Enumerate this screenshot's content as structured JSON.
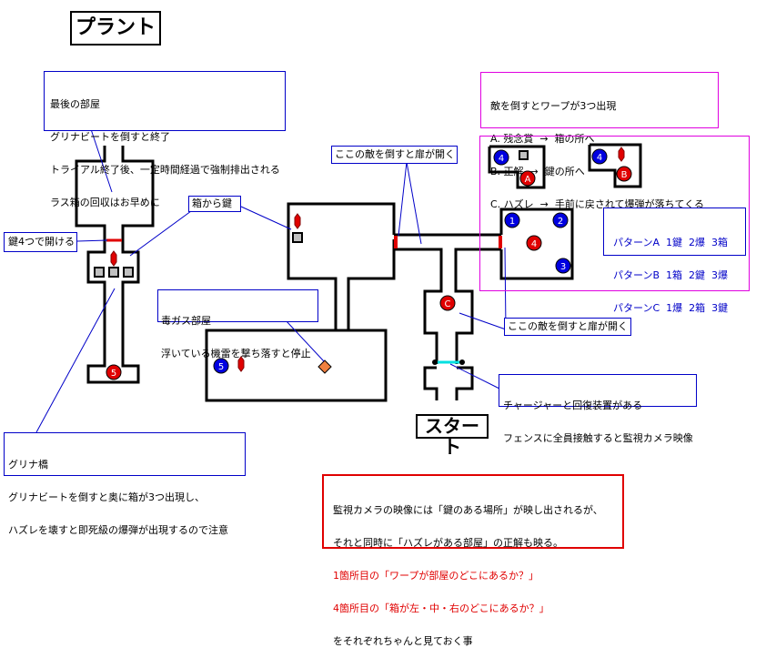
{
  "title": "プラント",
  "start_label": "スタート",
  "notes": {
    "last_room": [
      "最後の部屋",
      "グリナビートを倒すと終了",
      "トライアル終了後、一定時間経過で強制排出される",
      "ラス箱の回収はお早めに"
    ],
    "key4": "鍵4つで開ける",
    "box_key": "箱から鍵",
    "poison_room": [
      "毒ガス部屋",
      "浮いている機雷を撃ち落すと停止"
    ],
    "gurina_bridge": [
      "グリナ橋",
      "グリナビートを倒すと奥に箱が3つ出現し、",
      "ハズレを壊すと即死級の爆弾が出現するので注意"
    ],
    "door_top": "ここの敵を倒すと扉が開く",
    "door_right": "ここの敵を倒すと扉が開く",
    "charger": [
      "チャージャーと回復装置がある",
      "フェンスに全員接触すると監視カメラ映像"
    ],
    "warp": [
      "敵を倒すとワープが3つ出現",
      "A. 残念賞  →  箱の所へ",
      "B. 正解  →  鍵の所へ",
      "C. ハズレ  →  手前に戻されて爆弾が落ちてくる"
    ],
    "patterns": [
      "パターンA  1鍵  2爆  3箱",
      "パターンB  1箱  2鍵  3爆",
      "パターンC  1爆  2箱  3鍵"
    ],
    "camera": {
      "lines": [
        {
          "text": "監視カメラの映像には「鍵のある場所」が映し出されるが、",
          "color": "#000000"
        },
        {
          "text": "それと同時に「ハズレがある部屋」の正解も映る。",
          "color": "#000000"
        },
        {
          "text": "1箇所目の「ワープが部屋のどこにあるか？」",
          "color": "#e00000"
        },
        {
          "text": "4箇所目の「箱が左・中・右のどこにあるか？」",
          "color": "#e00000"
        },
        {
          "text": "をそれぞれちゃんと見ておく事",
          "color": "#000000"
        }
      ]
    }
  },
  "markers": {
    "blue": [
      {
        "label": "1",
        "room": "warp-room"
      },
      {
        "label": "2",
        "room": "warp-room"
      },
      {
        "label": "3",
        "room": "warp-room"
      },
      {
        "label": "4",
        "room": "warp-a"
      },
      {
        "label": "4",
        "room": "warp-b"
      },
      {
        "label": "5",
        "room": "poison-room"
      }
    ],
    "red": [
      {
        "label": "4",
        "room": "warp-room"
      },
      {
        "label": "5",
        "room": "gurina-bridge"
      },
      {
        "label": "A",
        "room": "warp-a"
      },
      {
        "label": "B",
        "room": "warp-b"
      },
      {
        "label": "C",
        "room": "corridor"
      }
    ]
  },
  "colors": {
    "wall": "#000000",
    "door": "#e00000",
    "fence": "#00e0e0",
    "note_border": "#0000c8",
    "warp_border": "#e000e0",
    "enemy_blue": "#0000e0",
    "enemy_red": "#e00000",
    "crate": "#c0c0c0",
    "mine": "#f08040"
  }
}
